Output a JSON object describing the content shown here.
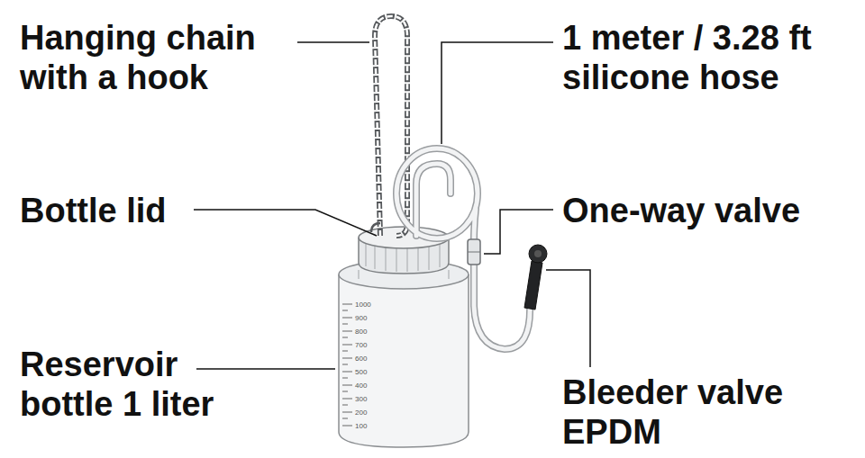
{
  "diagram": {
    "labels": [
      "Hanging chain with a hook",
      "1 meter / 3.28 ft silicone hose",
      "Bottle lid",
      "One-way valve",
      "Reservoir bottle 1 liter",
      "Bleeder valve EPDM",
      "1000",
      "900",
      "800",
      "700",
      "600",
      "500",
      "400",
      "300",
      "200",
      "100"
    ]
  }
}
